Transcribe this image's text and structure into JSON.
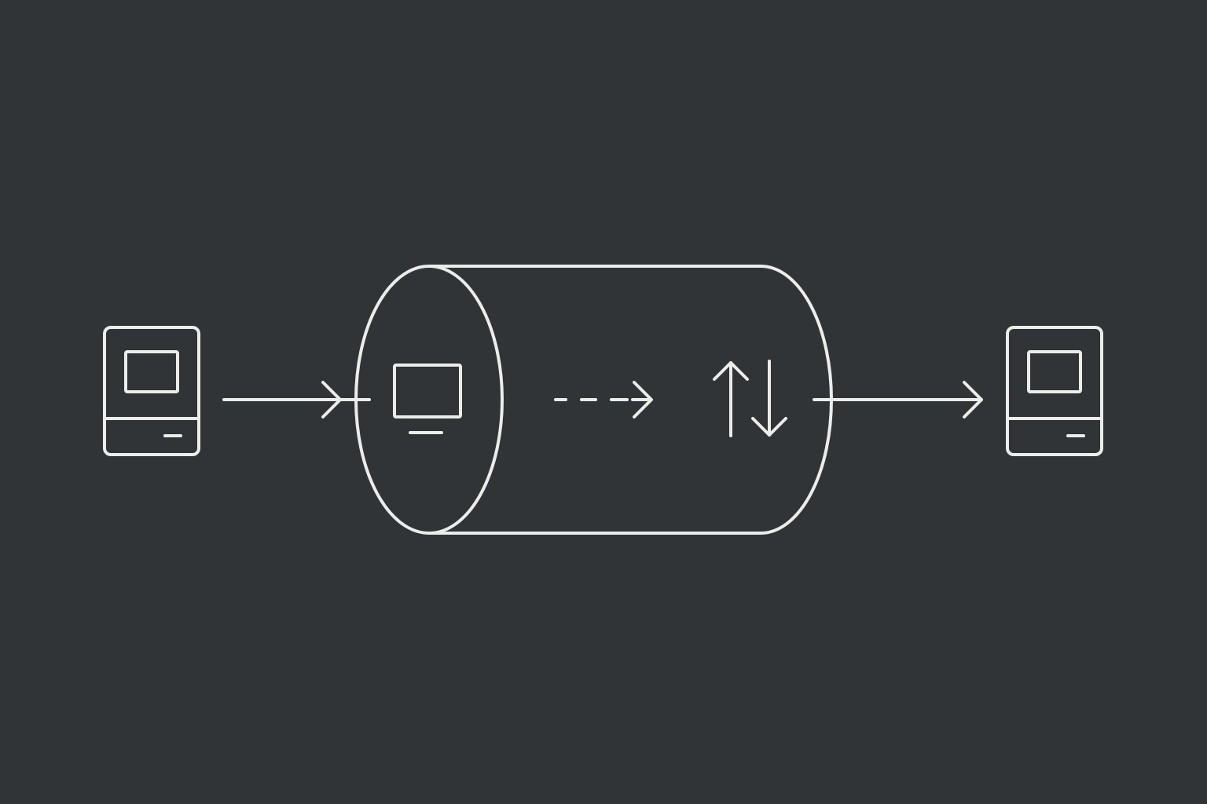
{
  "canvas": {
    "background": "#313437",
    "stroke_color": "#ECECEA"
  },
  "nodes": [
    {
      "id": "source",
      "icon": "computer-terminal-icon"
    },
    {
      "id": "tunnel",
      "icon": "cylinder-tunnel-icon"
    },
    {
      "id": "destination",
      "icon": "computer-terminal-icon"
    }
  ],
  "tunnel_contents": [
    {
      "icon": "monitor-icon"
    },
    {
      "icon": "dashed-arrow-right-icon"
    },
    {
      "icon": "bidirectional-arrows-icon"
    }
  ],
  "connections": [
    {
      "from": "source",
      "to": "tunnel",
      "style": "solid",
      "icon": "arrow-right-icon"
    },
    {
      "from": "tunnel",
      "to": "destination",
      "style": "solid",
      "icon": "arrow-right-icon"
    }
  ]
}
